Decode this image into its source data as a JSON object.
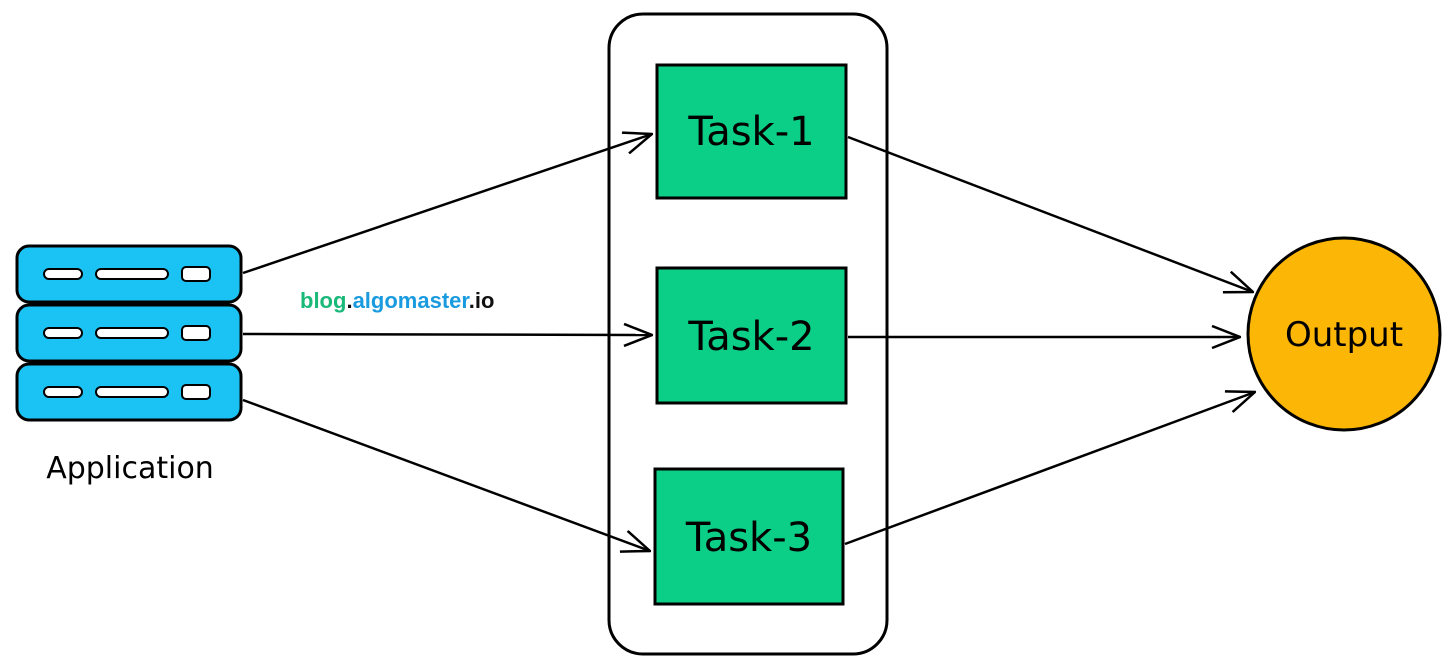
{
  "application": {
    "label": "Application",
    "icon": "server-stack-icon",
    "color": "#1BC3F5"
  },
  "tasks": [
    {
      "label": "Task-1"
    },
    {
      "label": "Task-2"
    },
    {
      "label": "Task-3"
    }
  ],
  "task_color": "#0BCF86",
  "group_container": "task-group",
  "output": {
    "label": "Output",
    "color": "#FBB606"
  },
  "watermark": {
    "part1": "blog",
    "dot1": ".",
    "part2": "algomaster",
    "part3": ".io",
    "color1": "#1AB97A",
    "color2": "#1A9BE0",
    "color3": "#111111"
  }
}
